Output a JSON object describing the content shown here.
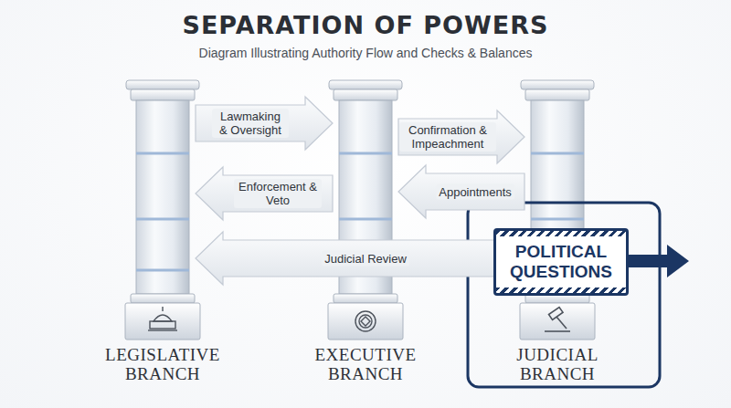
{
  "diagram": {
    "title": "SEPARATION OF POWERS",
    "nodes": [
      {
        "text": [
          "LEGISLATIVE BRANCH"
        ]
      },
      {
        "text": [
          "EXECUTIVE BRANCH"
        ]
      },
      {
        "text": [
          "JUDICIAL BRANCH"
        ]
      },
      {
        "text": [
          "POLITICAL QUESTIONS"
        ]
      }
    ],
    "edges": [
      {
        "from": 0,
        "to": 1,
        "label": "Lawmaking & Oversight",
        "arrow": "to"
      },
      {
        "from": 1,
        "to": 0,
        "label": "Enforcement & Veto",
        "arrow": "to"
      },
      {
        "from": 1,
        "to": 2,
        "label": "Confirmation & Impeachment",
        "arrow": "to"
      },
      {
        "from": 2,
        "to": 1,
        "label": "Appointments",
        "arrow": "to"
      },
      {
        "from": 2,
        "to": 0,
        "label": "Judicial Review",
        "arrow": "to"
      }
    ],
    "labels": [
      "Diagram Illustrating Authority Flow and Checks & Balances"
    ]
  }
}
